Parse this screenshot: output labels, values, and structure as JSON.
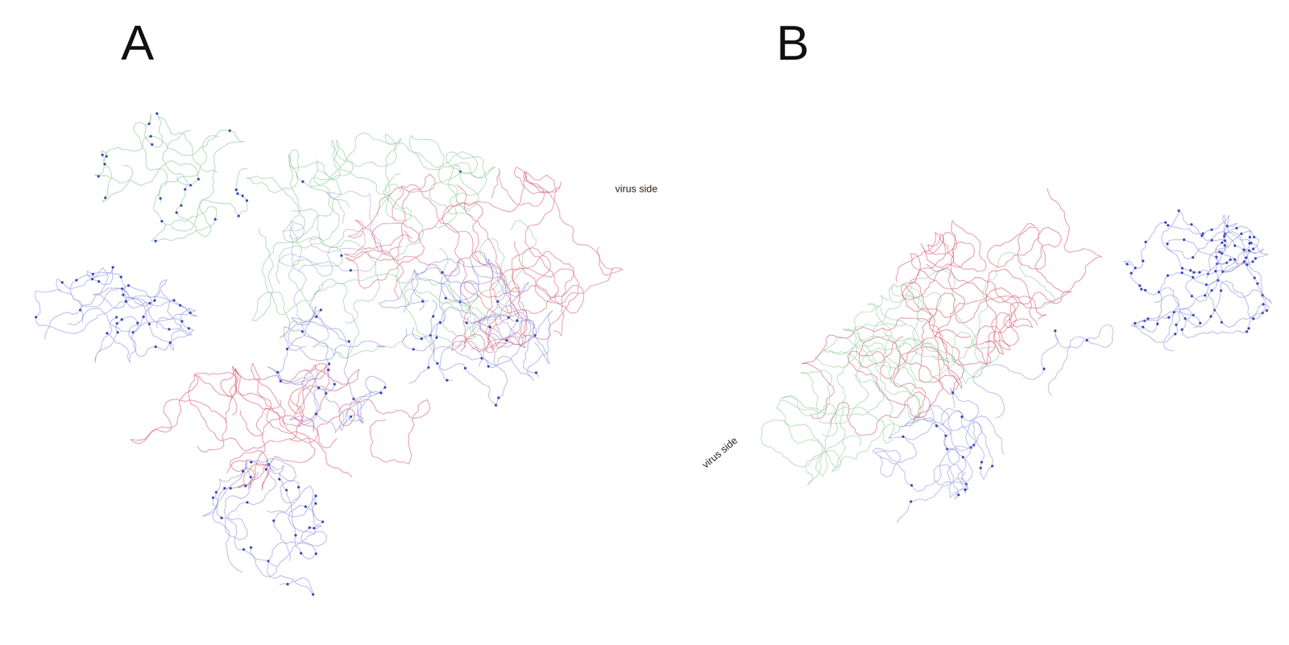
{
  "diagram": {
    "labels": [
      "A",
      "B",
      "virus side",
      "virus side"
    ]
  }
}
